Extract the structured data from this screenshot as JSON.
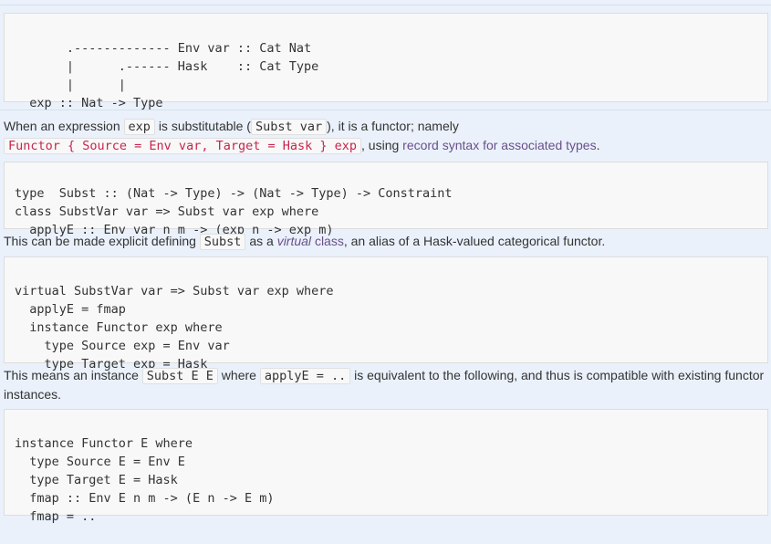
{
  "block1": {
    "lines": [
      "       .------------- Env var :: Cat Nat",
      "       |      .------ Hask    :: Cat Type",
      "       |      |",
      "  exp :: Nat -> Type"
    ]
  },
  "para1": {
    "t1": "When an expression",
    "code1": "exp",
    "t2": "is substitutable (",
    "code2": "Subst var",
    "t3": "), it is a functor; namely",
    "code3": "Functor { Source = Env var, Target = Hask } exp",
    "t4": ", using",
    "link": "record syntax for associated types",
    "t5": "."
  },
  "block2": {
    "lines": [
      "type  Subst :: (Nat -> Type) -> (Nat -> Type) -> Constraint",
      "class SubstVar var => Subst var exp where",
      "  applyE :: Env var n m -> (exp n -> exp m)"
    ]
  },
  "para2": {
    "t1": "This can be made explicit defining",
    "code1": "Subst",
    "t2": "as a",
    "em": "virtual",
    "link": "class",
    "t3": ", an alias of a Hask-valued categorical functor."
  },
  "block3": {
    "lines": [
      "virtual SubstVar var => Subst var exp where",
      "  applyE = fmap",
      "  instance Functor exp where",
      "    type Source exp = Env var",
      "    type Target exp = Hask"
    ]
  },
  "para3": {
    "t1": "This means an instance",
    "code1": "Subst E E",
    "t2": "where",
    "code2": "applyE = ..",
    "t3": "is equivalent to the following, and thus is compatible with existing functor instances."
  },
  "block4": {
    "lines": [
      "instance Functor E where",
      "  type Source E = Env E",
      "  type Target E = Hask",
      "  fmap :: Env E n m -> (E n -> E m)",
      "  fmap = .."
    ]
  }
}
